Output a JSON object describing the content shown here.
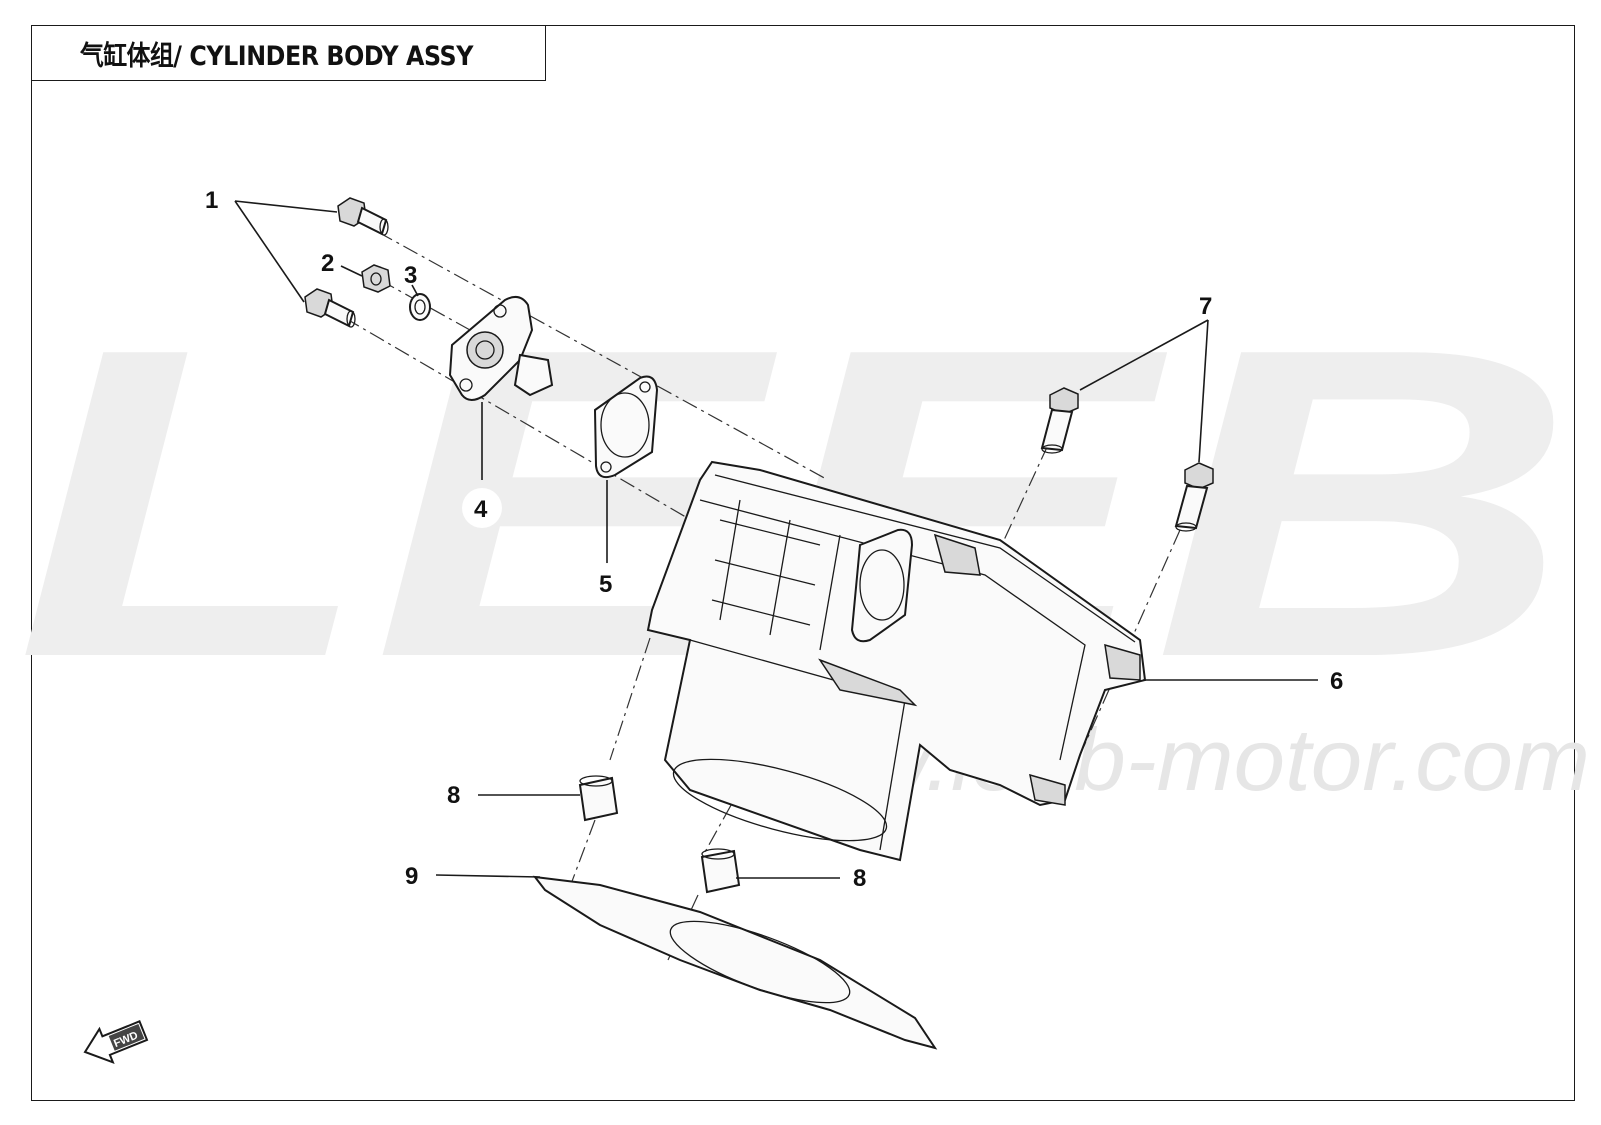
{
  "title": "气缸体组/ CYLINDER BODY ASSY",
  "watermark": {
    "letters": "LEEB",
    "url": "www.leeb-motor.com"
  },
  "callouts": [
    {
      "id": "1",
      "label": "1"
    },
    {
      "id": "2",
      "label": "2"
    },
    {
      "id": "3",
      "label": "3"
    },
    {
      "id": "4",
      "label": "4"
    },
    {
      "id": "5",
      "label": "5"
    },
    {
      "id": "6",
      "label": "6"
    },
    {
      "id": "7",
      "label": "7"
    },
    {
      "id": "8a",
      "label": "8"
    },
    {
      "id": "8b",
      "label": "8"
    },
    {
      "id": "9",
      "label": "9"
    }
  ],
  "fwd_arrow": {
    "label": "FWD",
    "icon": "fwd-arrow-icon"
  },
  "colors": {
    "line": "#1a1a1a",
    "watermark": "#eeeeee",
    "background": "#ffffff"
  }
}
